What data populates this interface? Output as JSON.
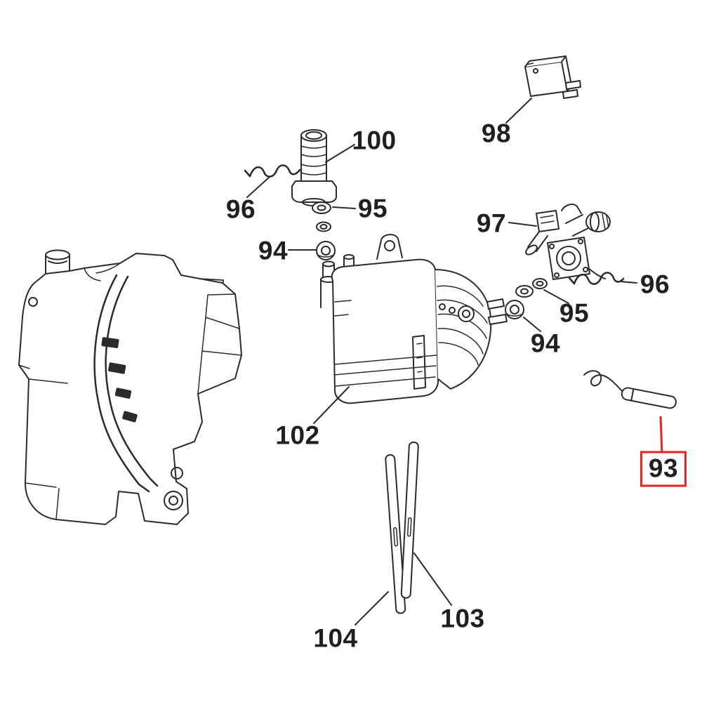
{
  "diagram": {
    "kind": "exploded-parts-diagram",
    "background_color": "#ffffff",
    "line_color": "#2b2b2b",
    "highlight_color": "#e8231f",
    "highlighted_part": "93",
    "part_numbers": [
      "93",
      "94",
      "95",
      "96",
      "97",
      "98",
      "100",
      "102",
      "103",
      "104"
    ],
    "parts": {
      "p93": "93",
      "p94a": "94",
      "p94b": "94",
      "p95a": "95",
      "p95b": "95",
      "p96a": "96",
      "p96b": "96",
      "p97": "97",
      "p98": "98",
      "p100": "100",
      "p102": "102",
      "p103": "103",
      "p104": "104"
    }
  }
}
